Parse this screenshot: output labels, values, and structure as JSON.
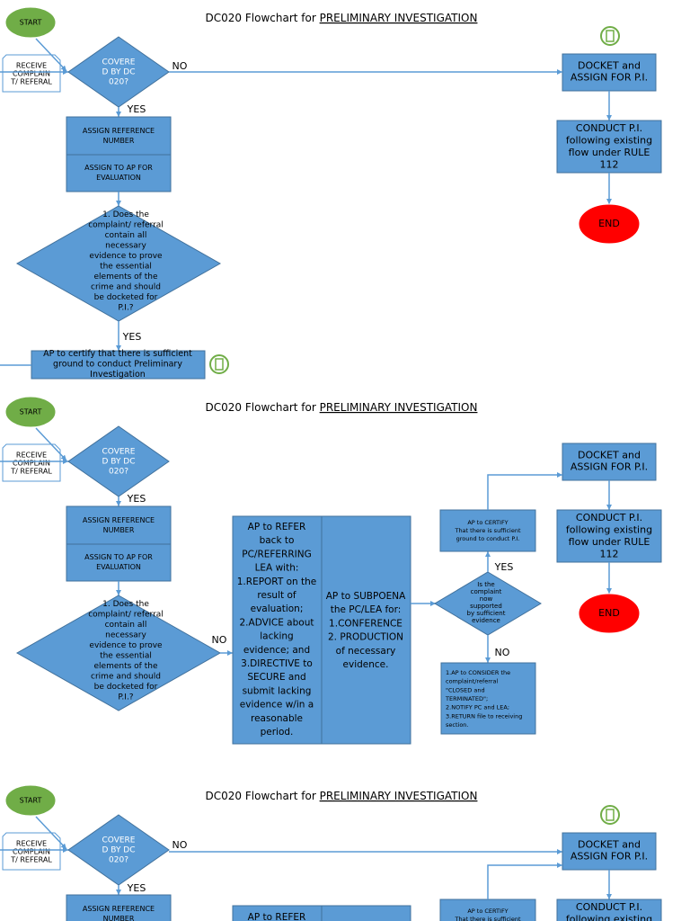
{
  "title_prefix": "DC020 Flowchart for ",
  "title_underlined": "PRELIMINARY INVESTIGATION",
  "start": "START",
  "end": "END",
  "receive": [
    "RECEIVE",
    "COMPLAIN",
    "T/ REFERAL"
  ],
  "covered": [
    "COVERE",
    "D BY DC",
    "020?"
  ],
  "no": "NO",
  "yes": "YES",
  "assign_ref": [
    "ASSIGN REFERENCE",
    "NUMBER"
  ],
  "assign_ap": [
    "ASSIGN TO AP FOR",
    "EVALUATION"
  ],
  "q1": [
    "1. Does the",
    "complaint/ referral",
    "contain all",
    "necessary",
    "evidence to prove",
    "the essential",
    "elements of the",
    "crime and should",
    "be docketed for",
    "P.I.?"
  ],
  "certify_long": [
    "AP to certify that there is sufficient",
    "ground to conduct Preliminary",
    "Investigation"
  ],
  "docket": [
    "DOCKET and",
    "ASSIGN FOR P.I."
  ],
  "conduct": [
    "CONDUCT P.I.",
    "following existing",
    "flow under RULE",
    "112"
  ],
  "refer": [
    "AP to REFER",
    "back to",
    "PC/REFERRING",
    "LEA with:",
    "1.REPORT on the",
    "result of",
    "evaluation;",
    "2.ADVICE about",
    "lacking",
    "evidence; and",
    "3.DIRECTIVE to",
    "SECURE and",
    "submit lacking",
    "evidence w/in a",
    "reasonable",
    "period."
  ],
  "subpoena": [
    "AP to SUBPOENA",
    "the PC/LEA for:",
    "1.CONFERENCE",
    "2. PRODUCTION",
    "of necessary",
    "evidence."
  ],
  "certify_short": [
    "AP to CERTIFY",
    "That there is sufficient",
    "ground to conduct P.I."
  ],
  "q2": [
    "Is the",
    "complaint",
    "now",
    "supported",
    "by sufficient",
    "evidence"
  ],
  "consider": [
    "1.AP to CONSIDER the",
    "complaint/referral",
    "\"CLOSED and",
    "TERMINATED\";",
    "2.NOTIFY PC and LEA;",
    "3.RETURN file to receiving",
    "section."
  ],
  "colors": {
    "box": "#5b9bd5",
    "start": "#70ad47",
    "end": "#ff0000",
    "connector": "#70ad47"
  }
}
